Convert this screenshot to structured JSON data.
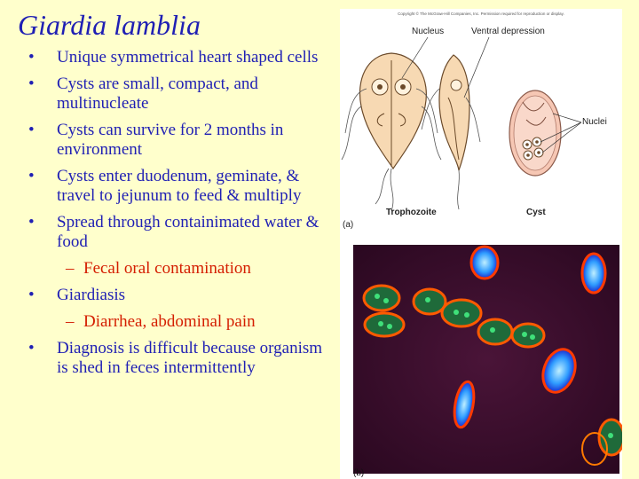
{
  "title": "Giardia lamblia",
  "bullets": [
    {
      "level": 1,
      "text": "Unique symmetrical heart shaped cells"
    },
    {
      "level": 1,
      "text": "Cysts are small, compact, and multinucleate"
    },
    {
      "level": 1,
      "text": "Cysts can survive for 2 months in environment"
    },
    {
      "level": 1,
      "text": "Cysts enter duodenum, geminate, & travel to jejunum to feed & multiply"
    },
    {
      "level": 1,
      "text": "Spread through containimated water & food"
    },
    {
      "level": 2,
      "text": "Fecal oral contamination"
    },
    {
      "level": 1,
      "text": "Giardiasis"
    },
    {
      "level": 2,
      "text": "Diarrhea, abdominal pain"
    },
    {
      "level": 1,
      "text": "Diagnosis is difficult because organism is shed in feces intermittently"
    }
  ],
  "bullet_marker_l1": "•",
  "bullet_marker_l2": "–",
  "figure": {
    "copyright": "Copyright © The McGraw-Hill Companies, Inc. Permission required for reproduction or display.",
    "label_nucleus": "Nucleus",
    "label_ventral": "Ventral depression",
    "label_nuclei": "Nuclei",
    "label_trophozoite": "Trophozoite",
    "label_cyst": "Cyst",
    "panel_a": "(a)",
    "panel_b": "(b)"
  },
  "colors": {
    "background": "#ffffcc",
    "text": "#1f1fb4",
    "sub_bullet": "#d41e00"
  }
}
